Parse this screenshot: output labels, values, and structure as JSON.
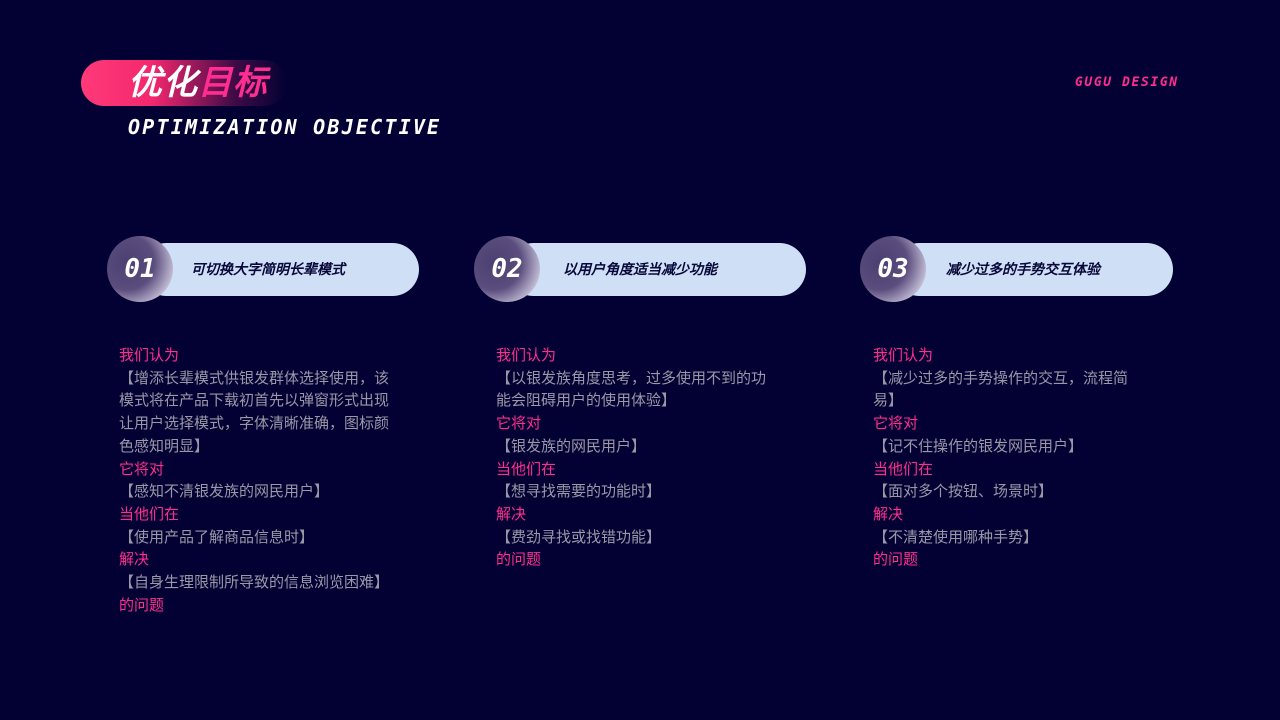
{
  "header": {
    "title_part1": "优化",
    "title_part2": "目标",
    "subtitle": "OPTIMIZATION OBJECTIVE",
    "brand": "GUGU DESIGN"
  },
  "cards": [
    {
      "number": "01",
      "heading": "可切换大字简明长辈模式",
      "we_think_label": "我们认为",
      "we_think_lines": [
        "【增添长辈模式供银发群体选择使用，该",
        "模式将在产品下载初首先以弹窗形式出现",
        "让用户选择模式，字体清晰准确，图标颜",
        "色感知明显】"
      ],
      "it_will_label": "它将对",
      "it_will_text": "【感知不清银发族的网民用户】",
      "when_label": "当他们在",
      "when_text": "【使用产品了解商品信息时】",
      "solve_label": "解决",
      "solve_text": "【自身生理限制所导致的信息浏览困难】",
      "problem_label": "的问题"
    },
    {
      "number": "02",
      "heading": "以用户角度适当减少功能",
      "we_think_label": "我们认为",
      "we_think_lines": [
        "【以银发族角度思考，过多使用不到的功",
        "能会阻碍用户的使用体验】"
      ],
      "it_will_label": "它将对",
      "it_will_text": "【银发族的网民用户】",
      "when_label": "当他们在",
      "when_text": "【想寻找需要的功能时】",
      "solve_label": "解决",
      "solve_text": "【费劲寻找或找错功能】",
      "problem_label": "的问题"
    },
    {
      "number": "03",
      "heading": "减少过多的手势交互体验",
      "we_think_label": "我们认为",
      "we_think_lines": [
        "【减少过多的手势操作的交互，流程简",
        "易】"
      ],
      "it_will_label": "它将对",
      "it_will_text": "【记不住操作的银发网民用户】",
      "when_label": "当他们在",
      "when_text": "【面对多个按钮、场景时】",
      "solve_label": "解决",
      "solve_text": "【不清楚使用哪种手势】",
      "problem_label": "的问题"
    }
  ]
}
